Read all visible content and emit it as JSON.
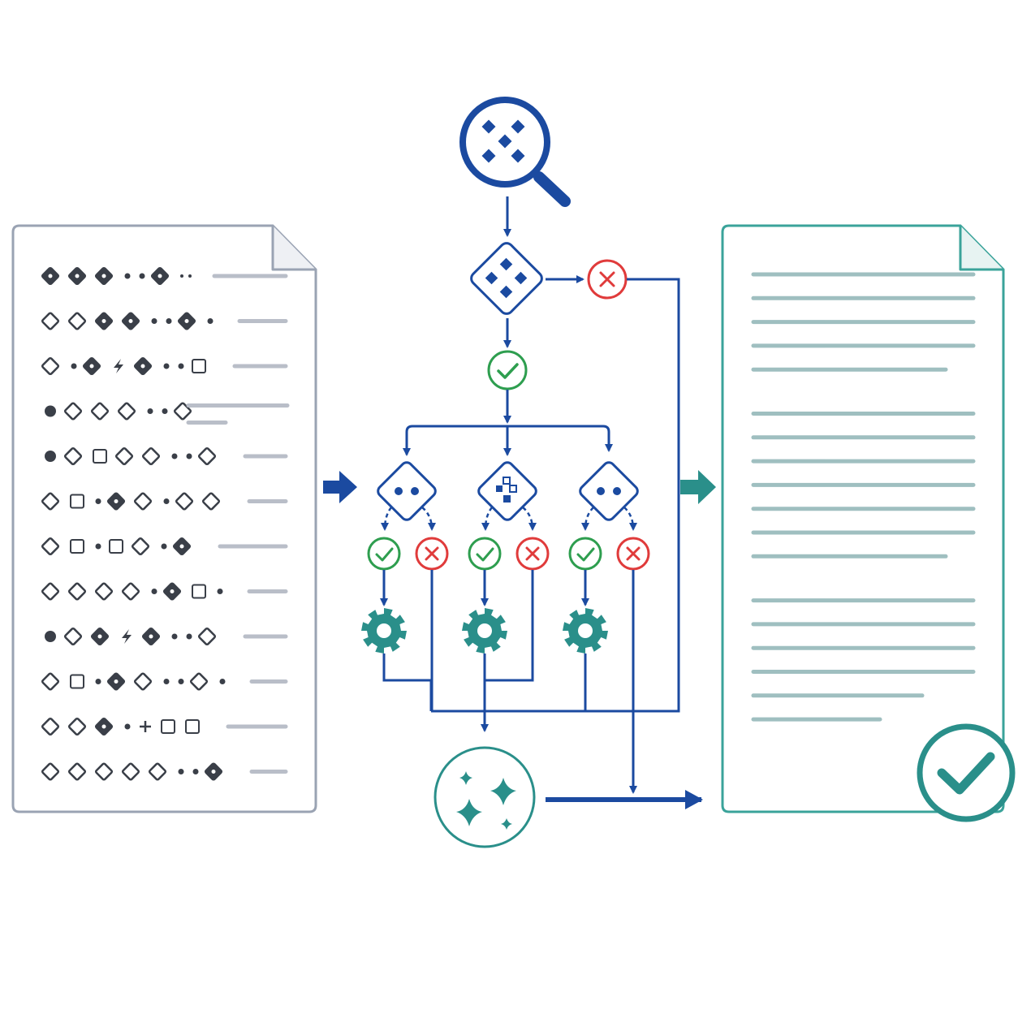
{
  "colors": {
    "navy": "#1b4aa0",
    "teal": "#2a8f8a",
    "green": "#2e9e4f",
    "red": "#e03b3b",
    "doc_border_input": "#9aa3b3",
    "doc_border_output": "#3aa39a",
    "placeholder_line": "#b9bec8",
    "output_line": "#9fbfc0",
    "glyph": "#3a3f48"
  },
  "input_document": {
    "icon": "document-icon",
    "rows": [
      {
        "glyphs": [
          "q",
          "q",
          "q",
          "dot",
          "dot",
          "q",
          "small-dot",
          "small-dot"
        ],
        "line": 1
      },
      {
        "glyphs": [
          "o",
          "o",
          "q",
          "q",
          "dot",
          "dot",
          "q",
          "dot"
        ],
        "line": 1
      },
      {
        "glyphs": [
          "o",
          "dot",
          "q",
          "bolt",
          "q",
          "dot",
          "dot",
          "square"
        ],
        "line": 1
      },
      {
        "glyphs": [
          "dot-big",
          "o",
          "o",
          "o",
          "dot",
          "dot",
          "o"
        ],
        "line": 2
      },
      {
        "glyphs": [
          "dot-big",
          "o",
          "tab",
          "o",
          "o",
          "dot",
          "dot",
          "o"
        ],
        "line": 1
      },
      {
        "glyphs": [
          "o",
          "square",
          "dot",
          "q",
          "o",
          "dot",
          "o",
          "o"
        ],
        "line": 1
      },
      {
        "glyphs": [
          "o",
          "square",
          "dot",
          "square",
          "o",
          "dot",
          "q"
        ],
        "line": 1
      },
      {
        "glyphs": [
          "o",
          "o",
          "o",
          "o",
          "dot",
          "q",
          "square",
          "dot"
        ],
        "line": 1
      },
      {
        "glyphs": [
          "dot-big",
          "o",
          "q",
          "bolt",
          "q",
          "dot",
          "dot",
          "o"
        ],
        "line": 1
      },
      {
        "glyphs": [
          "o",
          "square",
          "dot",
          "q",
          "o",
          "dot",
          "dot",
          "o",
          "dot"
        ],
        "line": 1
      },
      {
        "glyphs": [
          "o",
          "o",
          "q",
          "dot",
          "plus",
          "square",
          "square"
        ],
        "line": 1
      },
      {
        "glyphs": [
          "o",
          "o",
          "o",
          "o",
          "o",
          "dot",
          "dot",
          "q"
        ],
        "line": 1
      }
    ]
  },
  "pipeline": {
    "inspect_node": "magnifier-icon",
    "decision_node": "diamond-decision-icon",
    "pass_mark": "check-circle-icon",
    "fail_mark": "x-circle-icon",
    "branches": [
      {
        "node": "diamond-two-dots-icon",
        "process": "gear-icon"
      },
      {
        "node": "diamond-pattern-icon",
        "process": "gear-icon"
      },
      {
        "node": "diamond-two-dots-icon",
        "process": "gear-icon"
      }
    ],
    "merge_node": "sparkles-icon"
  },
  "output_document": {
    "icon": "document-icon",
    "badge": "check-badge-icon",
    "paragraphs": [
      5,
      7,
      6
    ]
  }
}
